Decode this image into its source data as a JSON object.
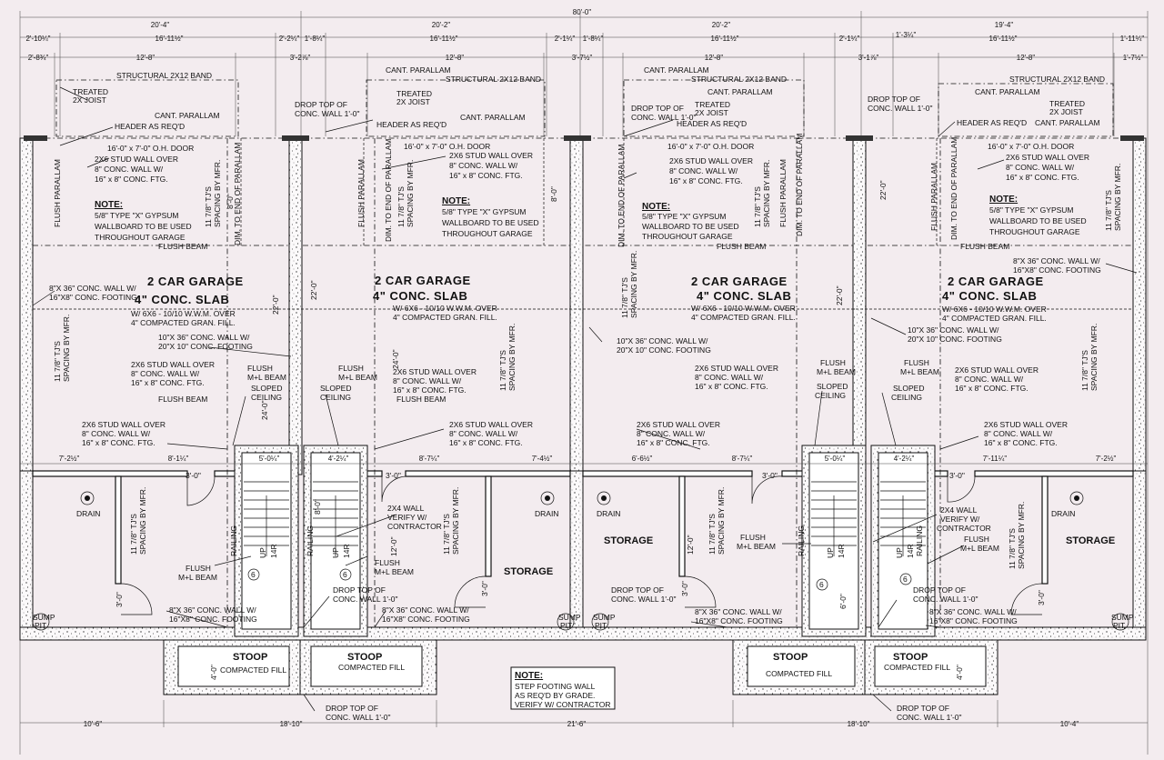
{
  "overall_width": "80'-0\"",
  "dims_row1": [
    "20'-4\"",
    "20'-2\"",
    "20'-2\"",
    "19'-4\""
  ],
  "dims_row2": [
    "2'-10¼\"",
    "16'-11½\"",
    "2'-2¼\"",
    "1'-8¼\"",
    "16'-11½\"",
    "2'-1¼\"",
    "1'-8¼\"",
    "16'-11½\"",
    "2'-1¼\"",
    "1'-3¼\"",
    "16'-11½\"",
    "1'-11¼\""
  ],
  "dims_row3": [
    "2'-8¾\"",
    "12'-8\"",
    "3'-2⅞\"",
    "12'-8\"",
    "3'-7½\"",
    "12'-8\"",
    "3'-1⅞\"",
    "12'-8\"",
    "1'-7½\""
  ],
  "labels": {
    "cant_parallam": "CANT. PARALLAM",
    "structural_band": "STRUCTURAL 2X12 BAND",
    "treated_joist_1": "TREATED",
    "treated_joist_2": "2X JOIST",
    "header": "HEADER AS REQ'D",
    "drop_top_1": "DROP TOP OF",
    "drop_top_2": "CONC. WALL 1'-0\"",
    "door": "16'-0\" x 7'-0\" O.H. DOOR",
    "stud_wall_1": "2X6 STUD WALL OVER",
    "stud_wall_2": "8\" CONC. WALL W/",
    "stud_wall_3": "16\" x 8\" CONC. FTG.",
    "note_title": "NOTE:",
    "note_1": "5/8\" TYPE \"X\" GYPSUM",
    "note_2": "WALLBOARD TO BE USED",
    "note_3": "THROUGHOUT GARAGE",
    "flush_beam": "FLUSH BEAM",
    "flush_parallam": "FLUSH PARALLAM",
    "dim_to_end": "DIM. TO END OF PARALLAM",
    "tjs_1": "11 7/8\" TJ'S",
    "tjs_2": "SPACING BY MFR.",
    "garage_title": "2 CAR GARAGE",
    "slab_title": "4\" CONC. SLAB",
    "slab_1": "W/ 6X6 - 10/10 W.W.M. OVER",
    "slab_2": "4\" COMPACTED GRAN. FILL.",
    "conc_wall_8_1": "8\"X 36\" CONC. WALL W/",
    "conc_wall_8_2": "16\"X8\" CONC. FOOTING",
    "conc_wall_10_1": "10\"X 36\" CONC. WALL W/",
    "conc_wall_10_2": "20\"X 10\" CONC. FOOTING",
    "flush_ml_1": "FLUSH",
    "flush_ml_2": "M+L BEAM",
    "sloped_1": "SLOPED",
    "sloped_2": "CEILING",
    "wall_2x4_1": "2X4 WALL",
    "wall_2x4_2": "VERIFY W/",
    "wall_2x4_3": "CONTRACTOR",
    "drain": "DRAIN",
    "storage": "STORAGE",
    "sump_1": "SUMP",
    "sump_2": "PIT",
    "railing": "RAILING",
    "up": "UP",
    "risers": "14R",
    "stoop": "STOOP",
    "compacted_fill": "COMPACTED FILL",
    "step_note_1": "STEP FOOTING WALL",
    "step_note_2": "AS REQ'D BY GRADE.",
    "step_note_3": "VERIFY W/ CONTRACTOR",
    "bay_ab": "7'-2½\"",
    "bay_b": "8'-1¼\"",
    "bay_c": "5'-0¼\"",
    "bay_d": "4'-2¼\"",
    "bay_e": "8'-7¼\"",
    "bay_f": "7'-4½\"",
    "bay_g": "6'-6½\"",
    "bay_h": "8'-7¼\"",
    "bay_i": "5'-0¼\"",
    "bay_j": "4'-2¼\"",
    "bay_k": "7'-11¼\"",
    "bay_l": "7'-2½\"",
    "door_3": "3'-0\"",
    "dim_22": "22'-0\"",
    "dim_24": "24'-0\"",
    "dim_8": "8'-0\"",
    "dim_12": "12'-0\"",
    "dim_4": "4'-0\"",
    "dim_6": "6'-0\"",
    "bot_1": "10'-6\"",
    "bot_2": "18'-10\"",
    "bot_3": "21'-6\"",
    "bot_4": "18'-10\"",
    "bot_5": "10'-4\"",
    "circle_6": "6"
  }
}
